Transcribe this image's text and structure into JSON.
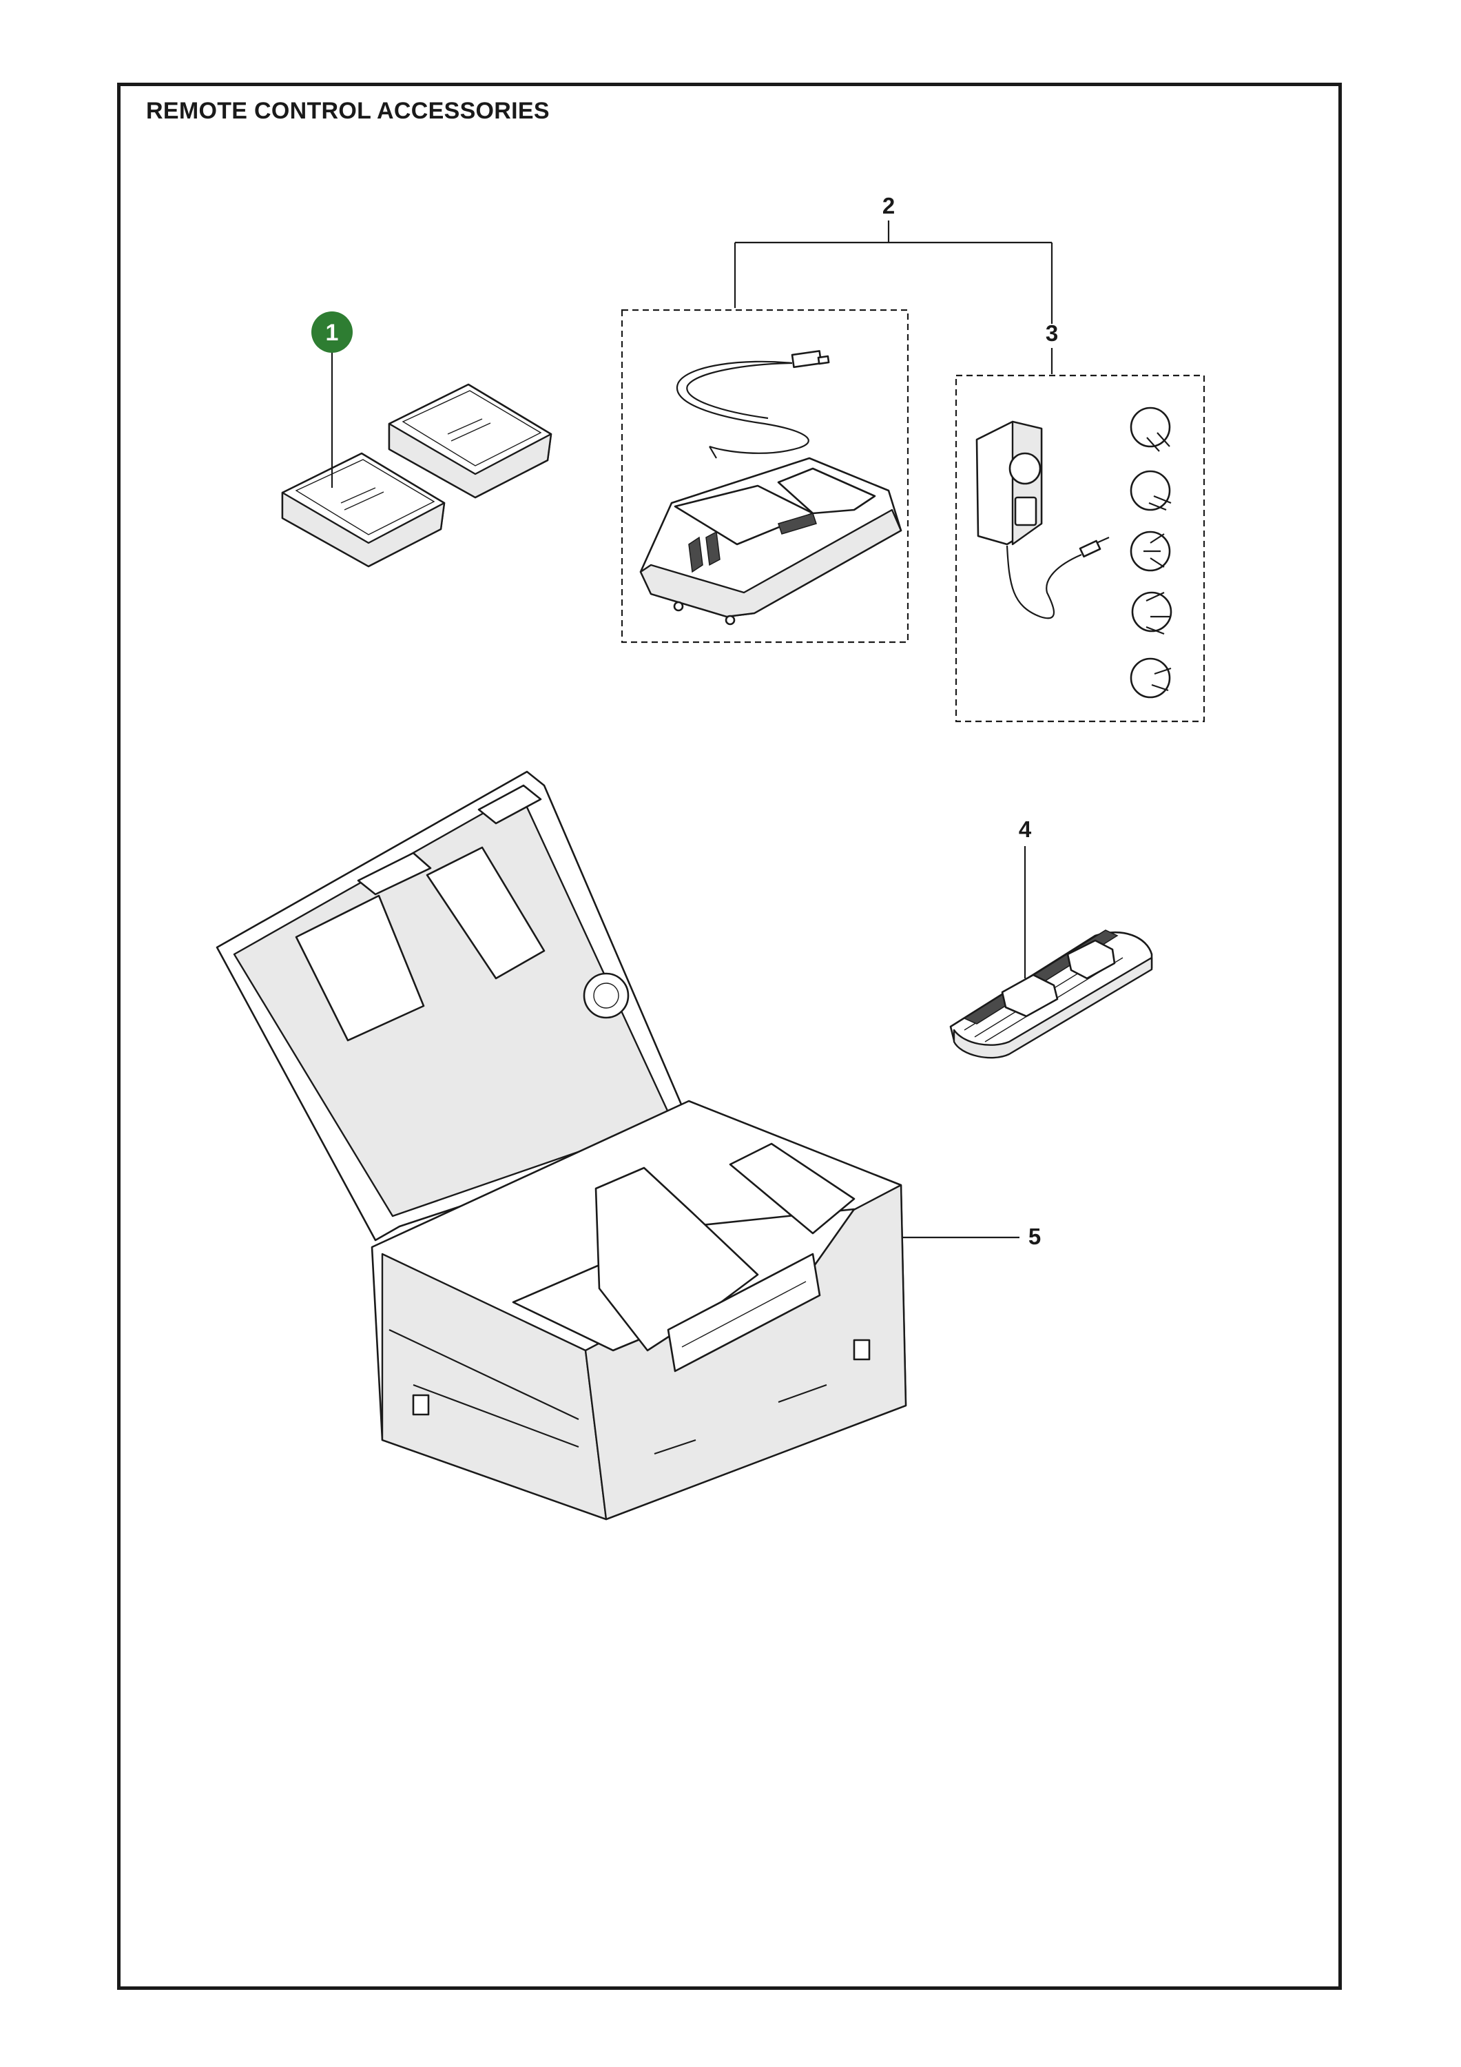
{
  "title": "REMOTE CONTROL ACCESSORIES",
  "colors": {
    "highlight": "#2e7d32",
    "line": "#1a1a1a",
    "background": "#ffffff"
  },
  "callouts": [
    {
      "label": "1",
      "part": "battery-pack",
      "highlighted": true
    },
    {
      "label": "2",
      "part": "charger-kit"
    },
    {
      "label": "3",
      "part": "power-adapter-with-plugs"
    },
    {
      "label": "4",
      "part": "battery-holder"
    },
    {
      "label": "5",
      "part": "storage-case"
    }
  ]
}
